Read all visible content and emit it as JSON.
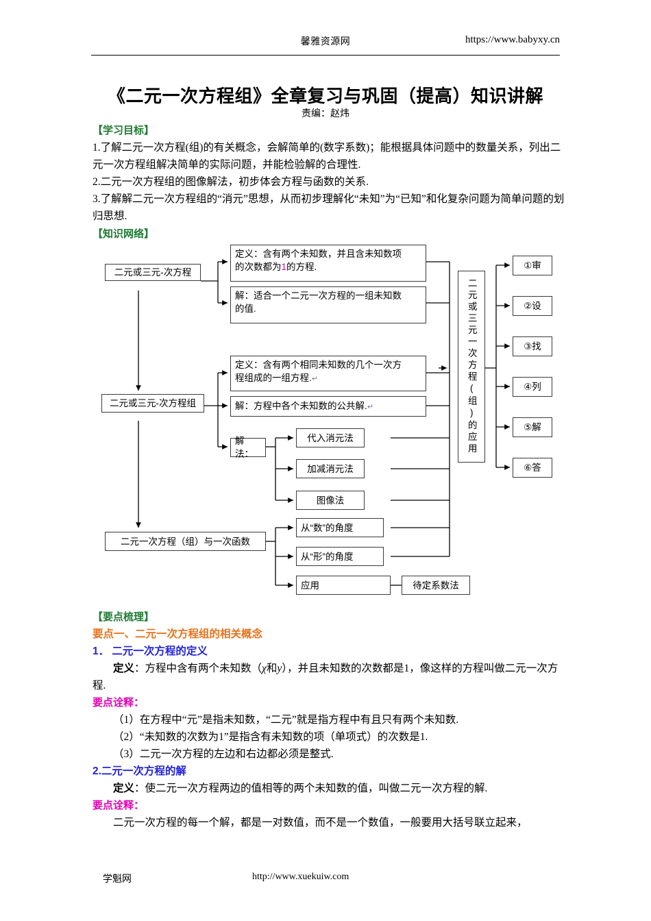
{
  "header": {
    "center": "馨雅资源网",
    "url": "https://www.babyxy.cn"
  },
  "title": "《二元一次方程组》全章复习与巩固（提高）知识讲解",
  "byline": "责编：赵炜",
  "sections": {
    "objectives_heading": "【学习目标】",
    "objectives": [
      "1.了解二元一次方程(组)的有关概念，会解简单的(数字系数)；能根据具体问题中的数量关系，列出二元一次方程组解决简单的实际问题，并能检验解的合理性.",
      "2.二元一次方程组的图像解法，初步体会方程与函数的关系.",
      "3.了解解二元一次方程组的“消元”思想，从而初步理解化“未知”为“已知”和化复杂问题为简单问题的划归思想."
    ],
    "network_heading": "【知识网络】",
    "review_heading": "【要点梳理】",
    "point_one": "要点一、二元一次方程组的相关概念",
    "item1_heading": "1． 二元一次方程的定义",
    "item1_def_label": "定义",
    "item1_def_text": "：方程中含有两个未知数(  和  )，并且未知数的次数都是1，像这样的方程叫做二元一次方程.",
    "item1_var_x": "χ",
    "item1_var_y": "y",
    "item1_var_joiner": "和",
    "explain_label": "要点诠释：",
    "item1_notes": [
      "（1）在方程中“元”是指未知数，“二元”就是指方程中有且只有两个未知数.",
      "（2）“未知数的次数为1”是指含有未知数的项（单项式）的次数是1.",
      "（3）二元一次方程的左边和右边都必须是整式."
    ],
    "item2_heading": "2.二元一次方程的解",
    "item2_def_label": "定义",
    "item2_def_text": "：使二元一次方程两边的值相等的两个未知数的值，叫做二元一次方程的解.",
    "explain_label2": "要点诠释：",
    "item2_note": "二元一次方程的每一个解，都是一对数值，而不是一个数值，一般要用大括号联立起来，"
  },
  "flowchart": {
    "node_eq": "二元或三元-次方程",
    "node_eq_def_line1": "定义：含有两个未知数，并且含未知数项",
    "node_eq_def_line2a": "的次数都为",
    "node_eq_def_num": "1",
    "node_eq_def_line2b": "的方程.",
    "node_eq_sol_line1": "解：适合一个二元一次方程的一组未知数",
    "node_eq_sol_line2": "的值.",
    "node_sys": "二元或三元-次方程组",
    "node_sys_def_line1": "定义：含有两个相同未知数的几个一次方",
    "node_sys_def_line2": "程组成的一组方程.",
    "node_sys_sol": "解：方程中各个未知数的公共解.",
    "node_method": "解法：",
    "method_items": [
      "代入消元法",
      "加减消元法",
      "图像法"
    ],
    "node_func": "二元一次方程（组）与一次函数",
    "func_items": [
      "从“数”的角度",
      "从“形”的角度",
      "应用"
    ],
    "node_undetermined": "待定系数法",
    "node_apply_vertical": "二元或三元一次方程(组)的应用",
    "apply_steps": [
      "①审",
      "②设",
      "③找",
      "④列",
      "⑤解",
      "⑥答"
    ],
    "pilcrow": "↵"
  },
  "footer": {
    "left": "学魁网",
    "url": "http://www.xuekuiw.com"
  },
  "colors": {
    "green": "#1e7a32",
    "orange": "#E8731A",
    "blue": "#2222DD",
    "magenta": "#E400B4",
    "box_border": "#3a3a3a"
  }
}
